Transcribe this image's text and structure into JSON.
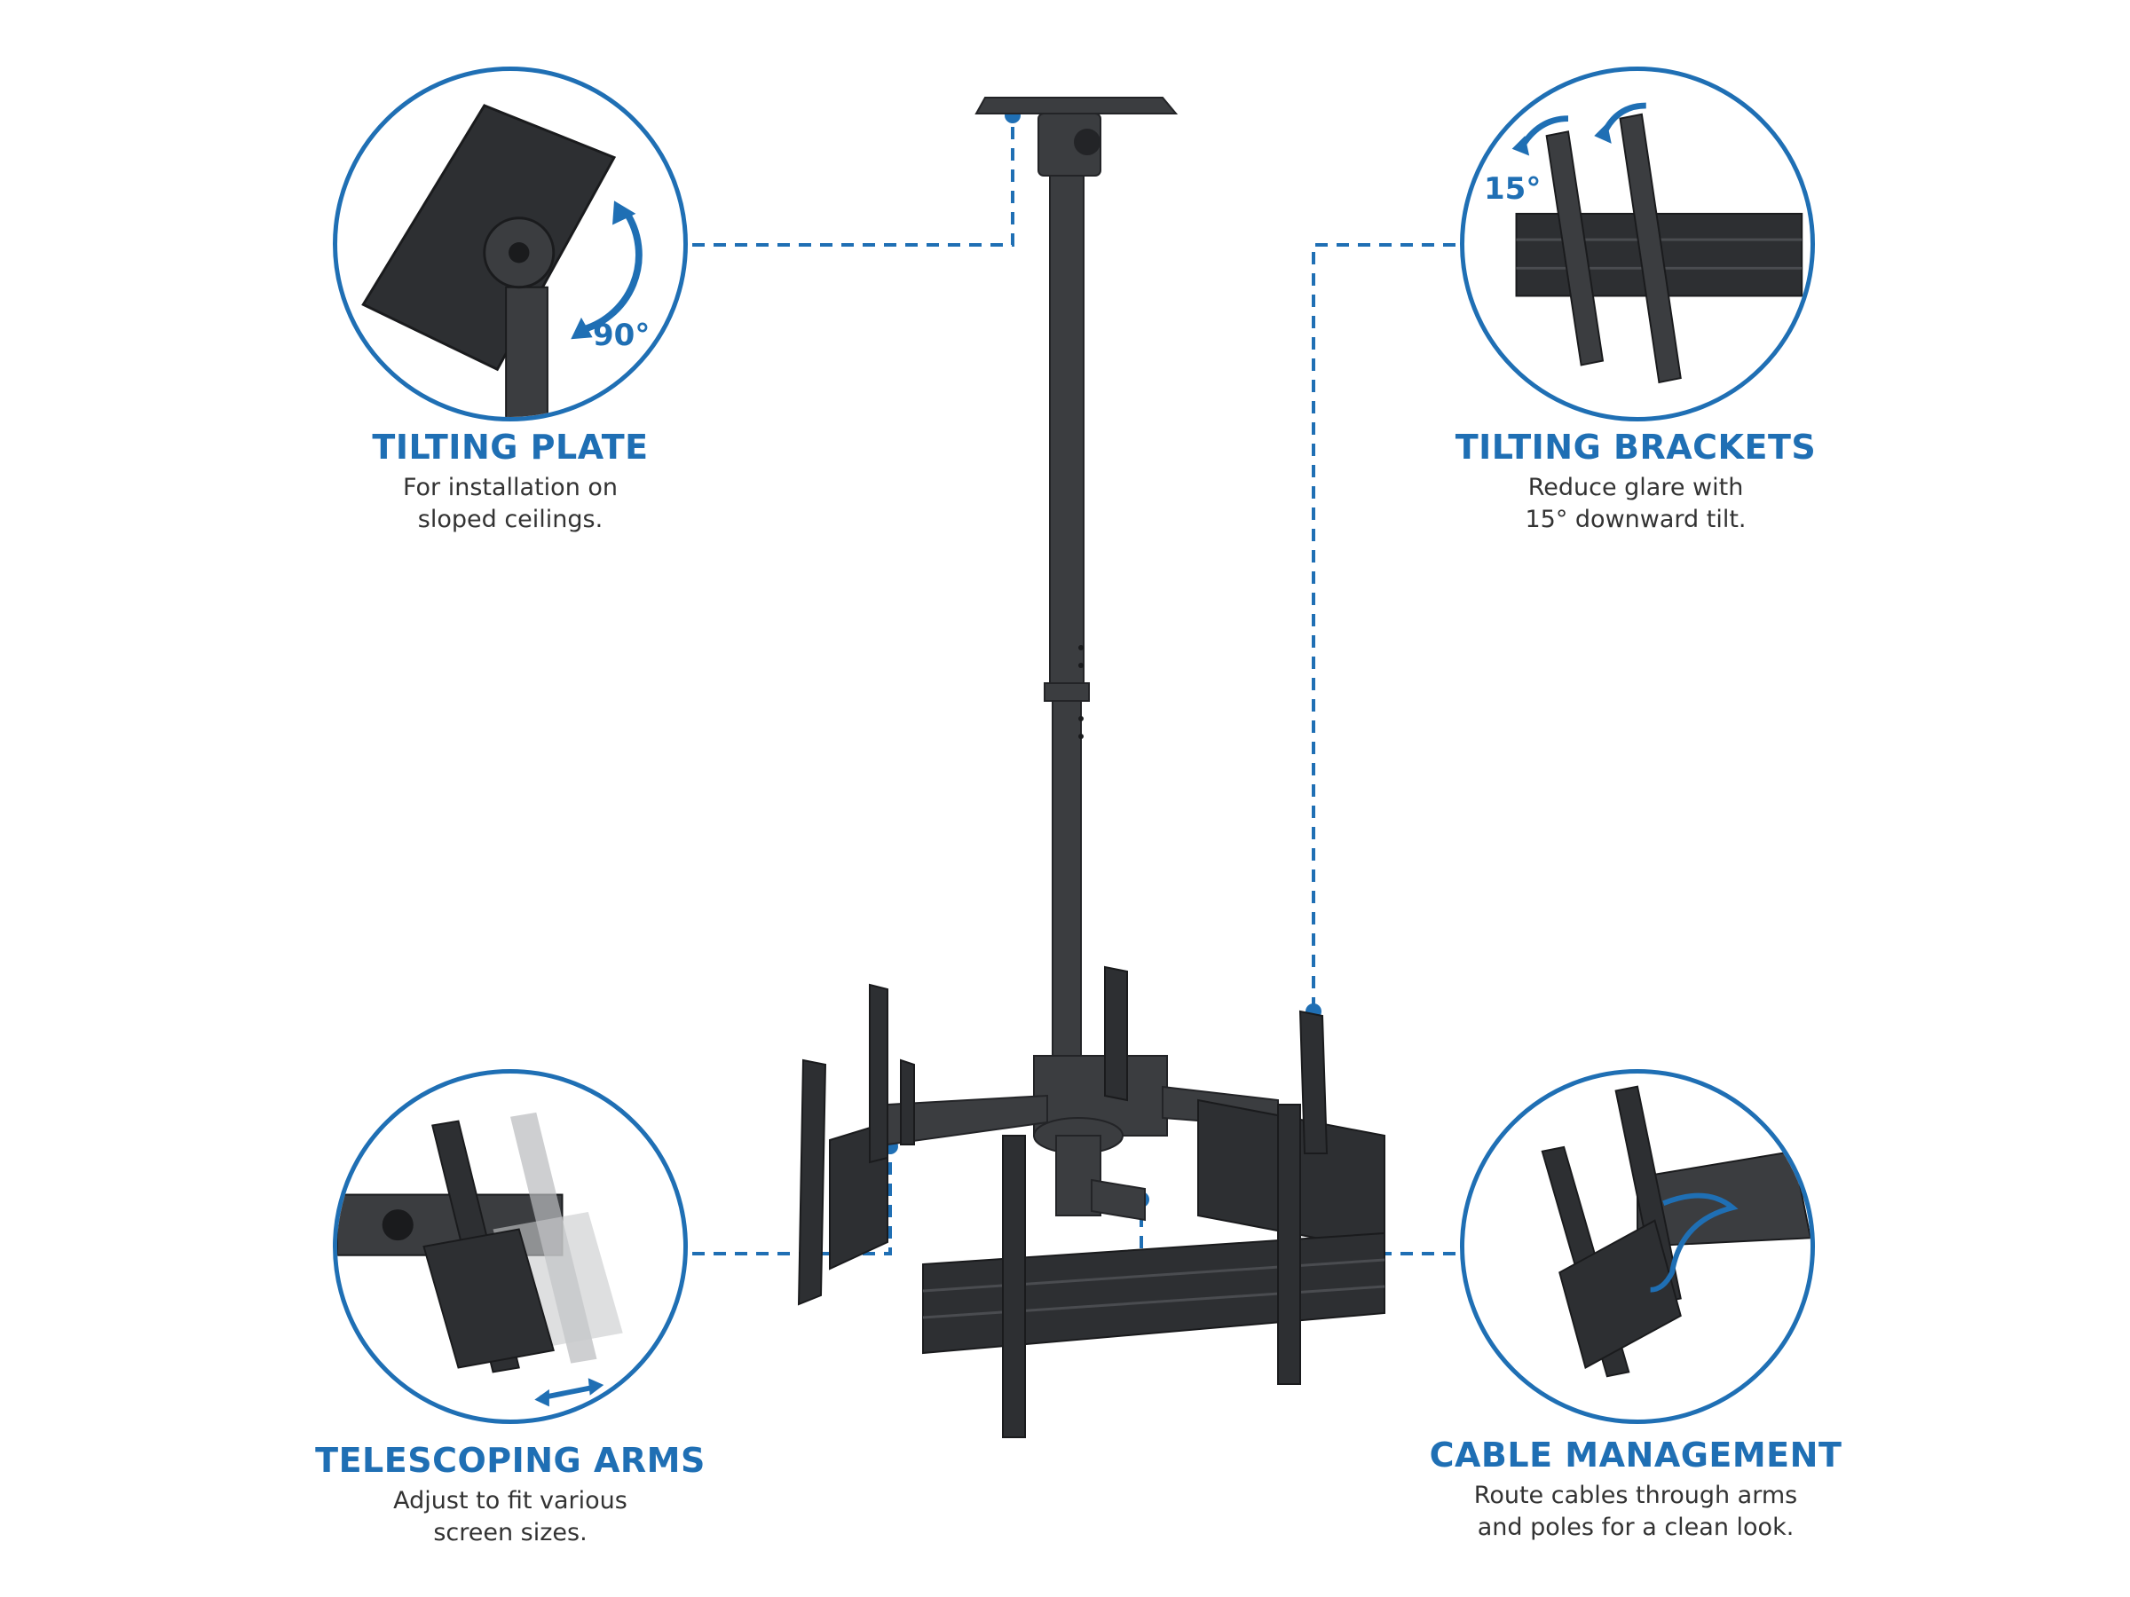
{
  "features": {
    "tilting_plate": {
      "title": "TILTING PLATE",
      "desc_line1": "For installation on",
      "desc_line2": "sloped ceilings.",
      "angle": "90°"
    },
    "tilting_brackets": {
      "title": "TILTING BRACKETS",
      "desc_line1": "Reduce glare with",
      "desc_line2": "15° downward tilt.",
      "angle": "15°"
    },
    "telescoping_arms": {
      "title": "TELESCOPING ARMS",
      "desc_line1": "Adjust to fit various",
      "desc_line2": "screen sizes."
    },
    "cable_management": {
      "title": "CABLE MANAGEMENT",
      "desc_line1": "Route cables through arms",
      "desc_line2": "and poles for a clean look."
    }
  },
  "colors": {
    "accent": "#1f6fb4",
    "metal": "#3b3d40",
    "metal_dark": "#232427",
    "text": "#333333"
  }
}
